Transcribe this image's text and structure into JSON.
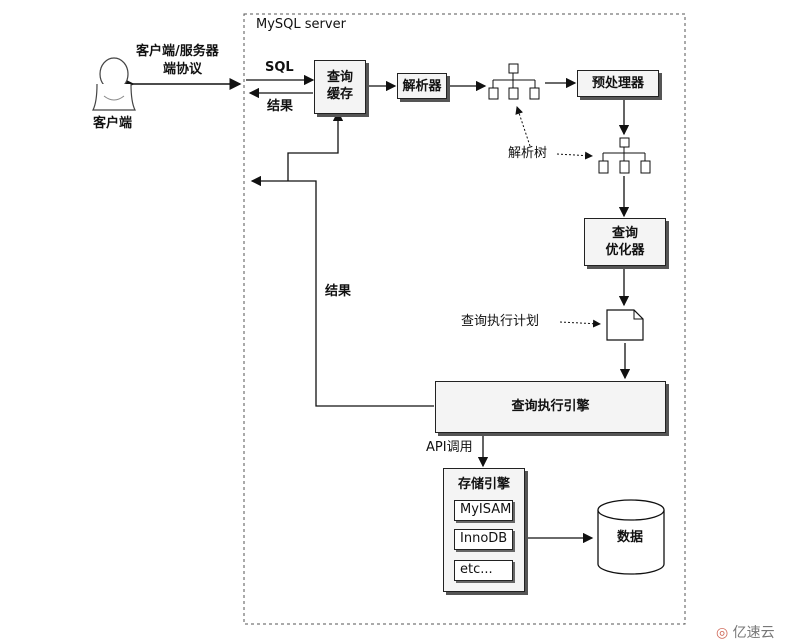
{
  "server_label": "MySQL server",
  "client": {
    "label": "客户端",
    "protocol_line1": "客户端/服务器",
    "protocol_line2": "端协议"
  },
  "arrows": {
    "sql": "SQL",
    "result_top": "结果",
    "result_left": "结果",
    "api_call": "API调用"
  },
  "query_cache": {
    "line1": "查询",
    "line2": "缓存"
  },
  "parser": "解析器",
  "preprocessor": "预处理器",
  "parse_tree": "解析树",
  "optimizer": {
    "line1": "查询",
    "line2": "优化器"
  },
  "execution_plan": "查询执行计划",
  "execution_engine": "查询执行引擎",
  "storage_engine": {
    "title": "存储引擎",
    "items": [
      "MyISAM",
      "InnoDB",
      "etc..."
    ]
  },
  "data": "数据",
  "watermark": "亿速云"
}
